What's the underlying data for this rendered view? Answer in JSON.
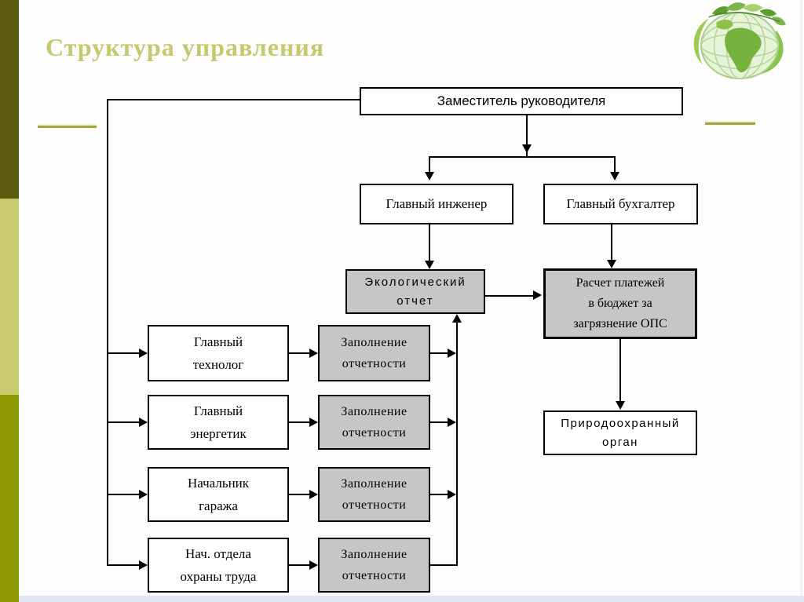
{
  "slide": {
    "title": "Структура управления"
  },
  "diagram": {
    "deputy": "Заместитель руководителя",
    "chief_engineer": "Главный инженер",
    "chief_accountant": "Главный бухгалтер",
    "eco_report": "Экологический\nотчет",
    "budget_payments": "Расчет платежей\nв бюджет за\nзагрязнение ОПС",
    "env_authority": "Природоохранный\nорган",
    "rows": [
      {
        "role": "Главный\nтехнолог",
        "task": "Заполнение\nотчетности"
      },
      {
        "role": "Главный\nэнергетик",
        "task": "Заполнение\nотчетности"
      },
      {
        "role": "Начальник\nгаража",
        "task": "Заполнение\nотчетности"
      },
      {
        "role": "Нач. отдела\nохраны труда",
        "task": "Заполнение\nотчетности"
      }
    ]
  },
  "colors": {
    "title": "#c5c86b",
    "sidebar_top": "#5c5c10",
    "sidebar_middle": "#c9cc6e",
    "sidebar_bottom": "#8e9a02",
    "node_gray_fill": "#c6c6c6",
    "connector": "#000000",
    "bottom_strip": "#dde6f2"
  },
  "icons": {
    "logo": "eco-globe-with-leaves"
  }
}
